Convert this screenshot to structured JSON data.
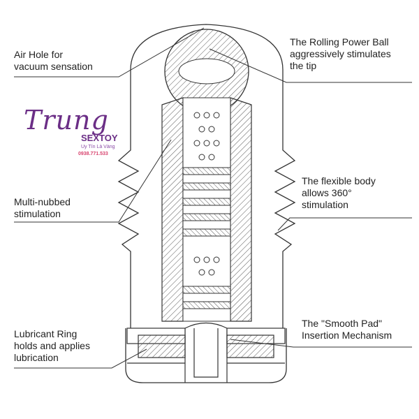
{
  "labels": {
    "air_hole": [
      "Air Hole for",
      "vacuum sensation"
    ],
    "power_ball": [
      "The Rolling Power Ball",
      "aggressively stimulates",
      "the tip"
    ],
    "multi_nubbed": [
      "Multi-nubbed",
      "stimulation"
    ],
    "flexible_body": [
      "The flexible body",
      "allows 360°",
      "stimulation"
    ],
    "lubricant_ring": [
      "Lubricant Ring",
      "holds and applies",
      "lubrication"
    ],
    "smooth_pad": [
      "The \"Smooth Pad\"",
      "Insertion Mechanism"
    ]
  },
  "logo": {
    "name": "Trung",
    "brand": "SEXTOY",
    "tagline": "Uy Tín Là Vàng",
    "phone": "0938.771.533"
  },
  "colors": {
    "line": "#333333",
    "text": "#222222",
    "logo_purple": "#6b2e86",
    "logo_pink": "#d8436e"
  }
}
